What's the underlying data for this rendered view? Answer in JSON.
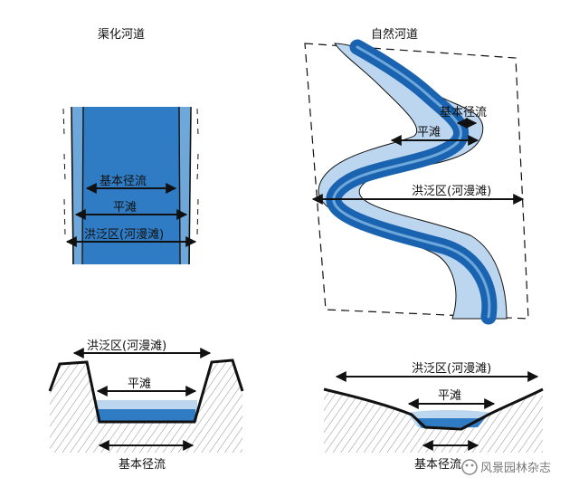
{
  "titles": {
    "left": "渠化河道",
    "right": "自然河道"
  },
  "labels": {
    "base_flow": "基本径流",
    "floodplain_terrace": "平滩",
    "flood_zone": "洪泛区(河漫滩)"
  },
  "watermark": "风景园林杂志",
  "colors": {
    "deep_water": "#2f7cc4",
    "main_channel": "#1a63b0",
    "light_water": "#bcd6ef",
    "mid_water": "#6ea8da",
    "ink": "#111111"
  }
}
